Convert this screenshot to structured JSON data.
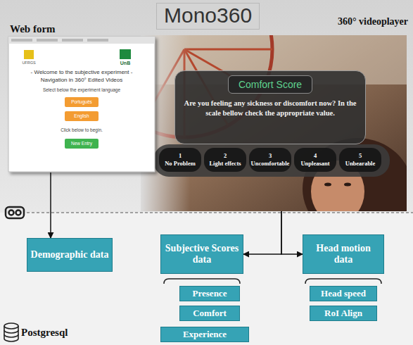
{
  "diagram": {
    "title": "Mono360",
    "nodes": [
      {
        "text": [
          "Web form"
        ]
      },
      {
        "text": [
          "360° videoplayer"
        ]
      },
      {
        "text": [
          "Comfort Score",
          "Are you feeling any sickness or discomfort now? In the scale bellow check the appropriate value."
        ],
        "in": 1
      },
      {
        "text": [
          "1",
          "No Problem"
        ],
        "in": 1
      },
      {
        "text": [
          "2",
          "Light effects"
        ],
        "in": 1
      },
      {
        "text": [
          "3",
          "Uncomfortable"
        ],
        "in": 1
      },
      {
        "text": [
          "4",
          "Unpleasant"
        ],
        "in": 1
      },
      {
        "text": [
          "5",
          "Unbearable"
        ],
        "in": 1
      },
      {
        "text": [
          "Demographic data"
        ]
      },
      {
        "text": [
          "Subjective Scores data"
        ]
      },
      {
        "text": [
          "Head motion data"
        ]
      },
      {
        "text": [
          "Presence"
        ]
      },
      {
        "text": [
          "Comfort"
        ]
      },
      {
        "text": [
          "Experience"
        ]
      },
      {
        "text": [
          "Head speed"
        ]
      },
      {
        "text": [
          "RoI Align"
        ]
      }
    ],
    "edges": [
      {
        "from": 0,
        "to": 8,
        "arrow": "to"
      },
      {
        "from": 1,
        "to": 9,
        "arrow": "to"
      },
      {
        "from": 1,
        "to": 10,
        "arrow": "to"
      }
    ],
    "labels": [
      "UFRGS",
      "UnB",
      "- Welcome to the subjective experiment -",
      "Navigation in 360° Edited Videos",
      "Select below the experiment language",
      "Português",
      "English",
      "Click below to begin.",
      "New Entry",
      "Postgresql"
    ]
  }
}
